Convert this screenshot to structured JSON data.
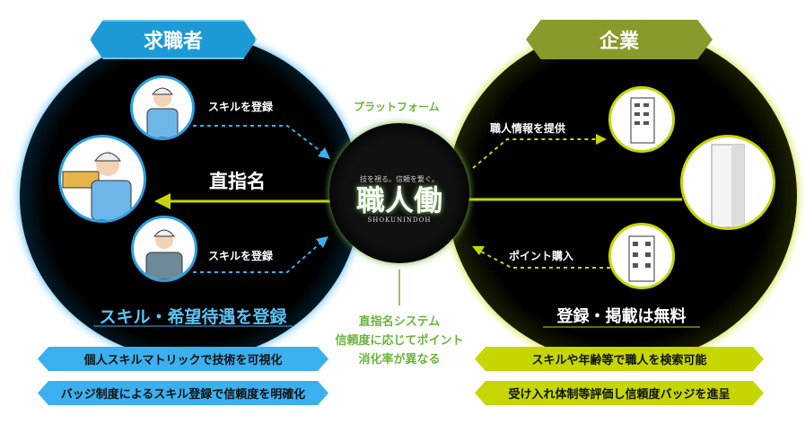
{
  "left": {
    "title": "求職者",
    "skill_label_top": "スキルを登録",
    "skill_label_bottom": "スキルを登録",
    "direct_label": "直指名",
    "caption": "スキル・希望待遇を登録",
    "features": [
      "個人スキルマトリックで技術を可視化",
      "バッジ制度によるスキル登録で信頼度を明確化"
    ]
  },
  "center": {
    "platform_label": "プラットフォーム",
    "tagline": "技を視る。信頼を繋ぐ。",
    "logo": "職人働",
    "logo_romaji": "SHOKUNINDOH",
    "note_lines": [
      "直指名システム",
      "信頼度に応じてポイント",
      "消化率が異なる"
    ]
  },
  "right": {
    "title": "企業",
    "info_label": "職人情報を提供",
    "points_label": "ポイント購入",
    "caption": "登録・掲載は無料",
    "features": [
      "スキルや年齢等で職人を検索可能",
      "受け入れ体制等評価し信頼度バッジを進呈"
    ]
  },
  "colors": {
    "blue": "#3bb0ef",
    "green": "#c6d600",
    "platform": "#6cb33f"
  }
}
